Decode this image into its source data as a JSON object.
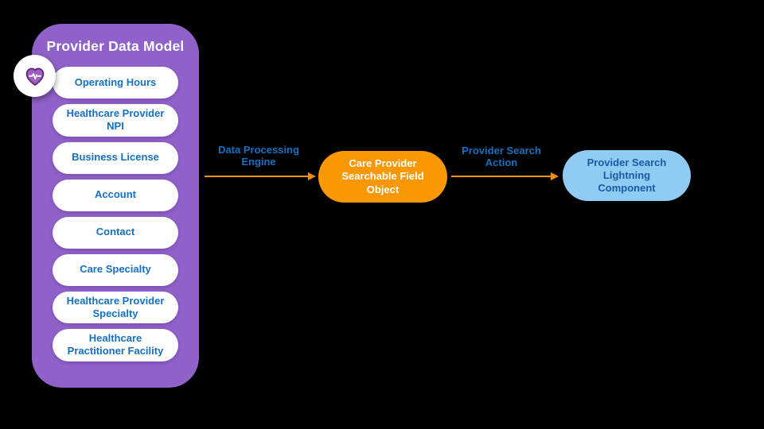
{
  "canvas": {
    "background_color": "#000000"
  },
  "panel": {
    "title": "Provider Data Model",
    "fill_color": "#9062c9",
    "item_text_color": "#1670c0",
    "badge_icon": "heart-pulse-icon",
    "items": [
      "Operating Hours",
      "Healthcare Provider NPI",
      "Business License",
      "Account",
      "Contact",
      "Care Specialty",
      "Healthcare Provider Specialty",
      "Healthcare Practitioner Facility"
    ]
  },
  "flow": {
    "arrow_color": "#f8920a",
    "label_text_color": "#1670c0",
    "step1_label": "Data Processing Engine",
    "node1_label": "Care Provider Searchable Field Object",
    "node1_fill_color": "#fa9803",
    "node1_text_color": "#ffffff",
    "step2_label": "Provider Search Action",
    "node2_label": "Provider Search Lightning Component",
    "node2_fill_color": "#90cbf3",
    "node2_text_color": "#175ba6"
  }
}
